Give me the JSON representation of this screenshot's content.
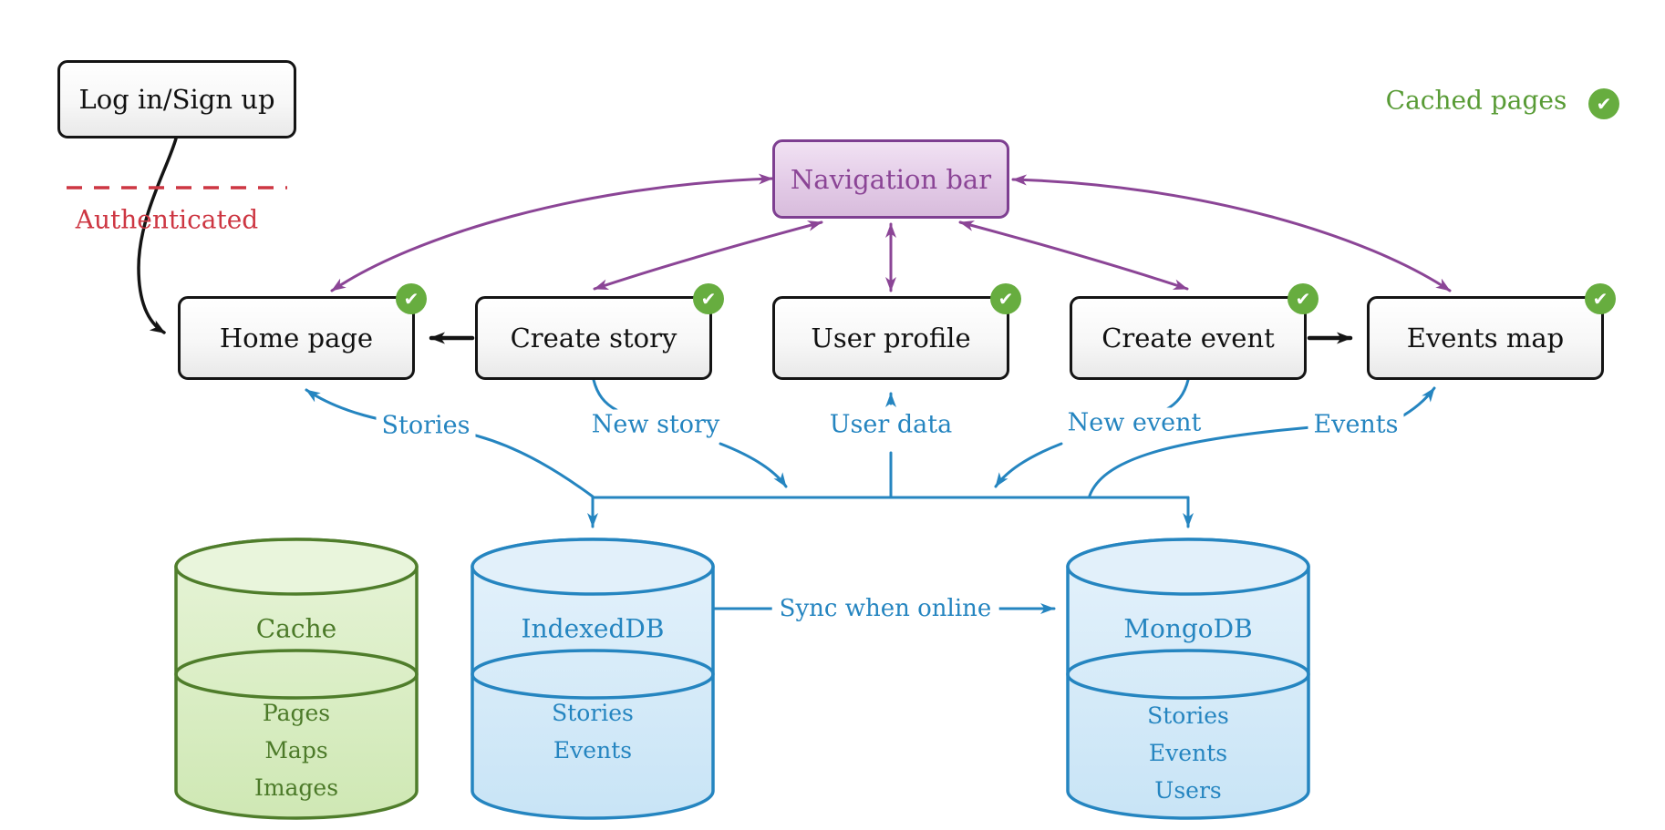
{
  "colors": {
    "purple": "#8b4596",
    "purple_fill": "#e3cbe7",
    "blue": "#2585c0",
    "blue_db_fill": "#d9ecf8",
    "green_db_border": "#4f7d2b",
    "green_db_fill": "#ddefc8",
    "badge_green": "#67ad3f",
    "legend_green": "#589b35",
    "red": "#cd3642",
    "box_border": "#141414"
  },
  "icons": {
    "check": "✔"
  },
  "login": {
    "label": "Log in/Sign up"
  },
  "auth": {
    "label": "Authenticated"
  },
  "nav": {
    "label": "Navigation bar"
  },
  "legend": {
    "label": "Cached pages"
  },
  "pages": [
    {
      "label": "Home page"
    },
    {
      "label": "Create story"
    },
    {
      "label": "User profile"
    },
    {
      "label": "Create event"
    },
    {
      "label": "Events map"
    }
  ],
  "flows": {
    "stories": "Stories",
    "new_story": "New story",
    "user_data": "User data",
    "new_event": "New event",
    "events": "Events",
    "sync": "Sync when online"
  },
  "databases": [
    {
      "title": "Cache",
      "items": [
        "Pages",
        "Maps",
        "Images"
      ]
    },
    {
      "title": "IndexedDB",
      "items": [
        "Stories",
        "Events"
      ]
    },
    {
      "title": "MongoDB",
      "items": [
        "Stories",
        "Events",
        "Users"
      ]
    }
  ]
}
